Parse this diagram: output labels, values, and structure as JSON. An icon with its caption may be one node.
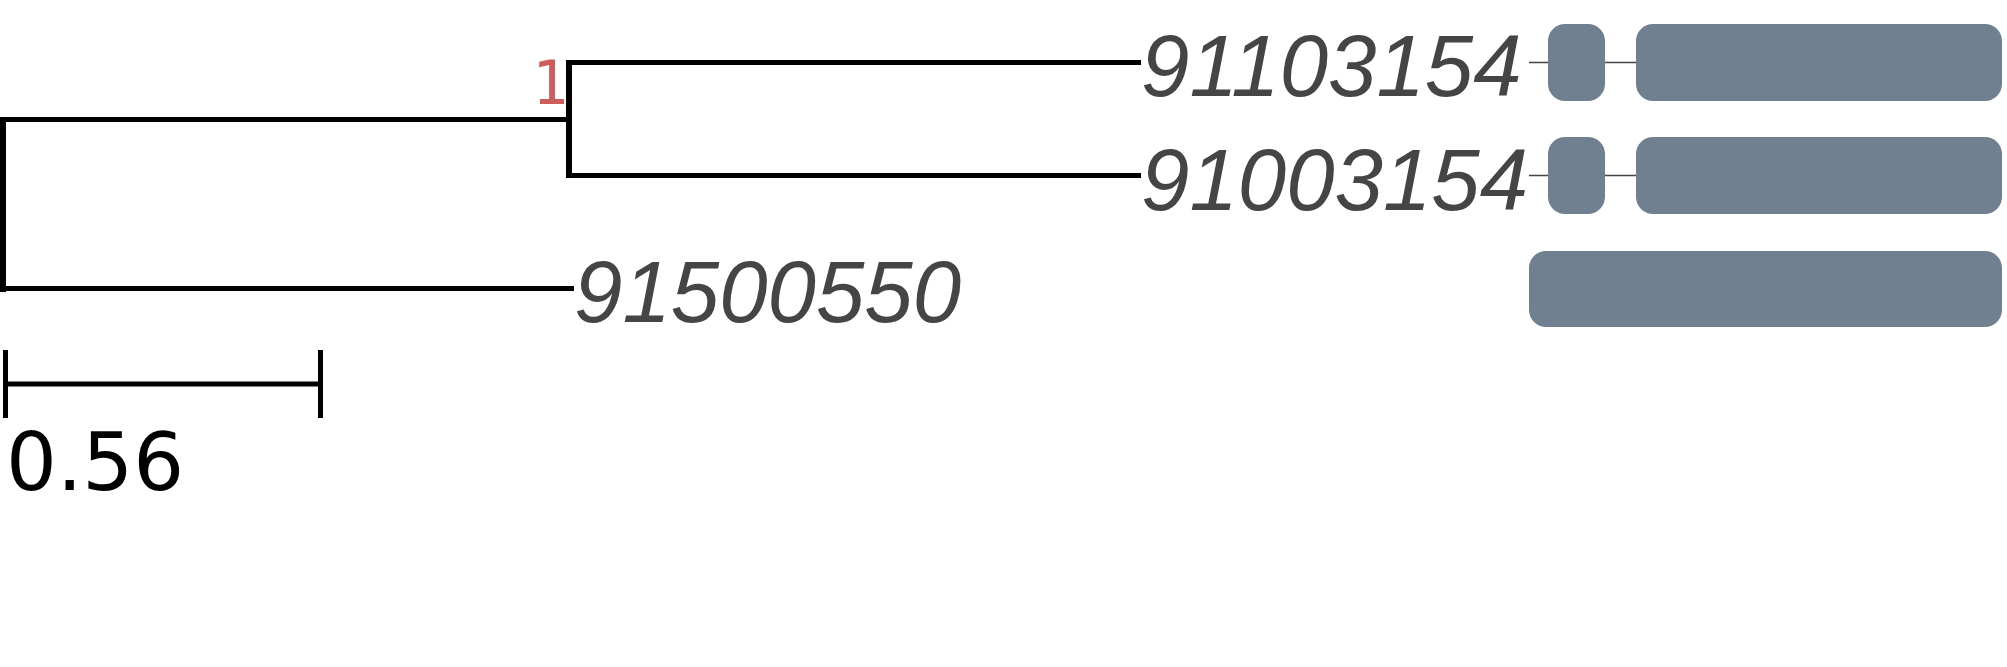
{
  "diagram": {
    "nodes": [
      {
        "text": [],
        "shape": "bar"
      },
      {
        "text": [],
        "shape": "bar",
        "beside": [
          "1"
        ]
      },
      {
        "text": [
          "91103154"
        ]
      },
      {
        "text": [
          "91003154"
        ]
      },
      {
        "text": [
          "91500550"
        ]
      }
    ],
    "edges": [
      {
        "from": 0,
        "to": 1,
        "arrow": "none"
      },
      {
        "from": 1,
        "to": 2,
        "arrow": "none"
      },
      {
        "from": 1,
        "to": 3,
        "arrow": "none"
      },
      {
        "from": 0,
        "to": 4,
        "arrow": "none"
      }
    ],
    "labels": [
      "0.56"
    ]
  }
}
